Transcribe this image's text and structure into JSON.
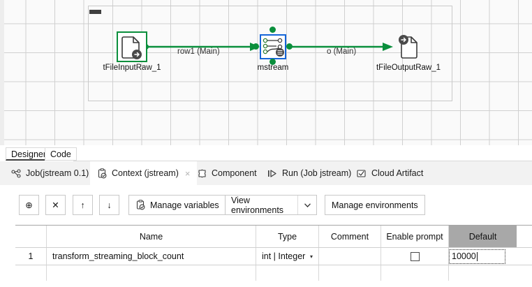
{
  "canvas": {
    "subjob_collapse": "collapse-bar",
    "nodes": [
      {
        "id": "tFileInputRaw_1",
        "label": "tFileInputRaw_1",
        "icon": "file-input-icon"
      },
      {
        "id": "mstream",
        "label": "mstream",
        "icon": "map-stream-icon"
      },
      {
        "id": "tFileOutputRaw_1",
        "label": "tFileOutputRaw_1",
        "icon": "file-output-icon"
      }
    ],
    "links": [
      {
        "label": "row1 (Main)"
      },
      {
        "label": "o (Main)"
      }
    ],
    "colors": {
      "link": "#0a8f3c",
      "selected": "#1565d8",
      "grid": "#d0d0d0"
    }
  },
  "editor_tabs": {
    "items": [
      {
        "label": "Designer",
        "active": true
      },
      {
        "label": "Code",
        "active": false
      }
    ]
  },
  "view_tabs": {
    "items": [
      {
        "label": "Job(jstream 0.1)",
        "icon": "job-graph-icon",
        "active": false,
        "closable": false
      },
      {
        "label": "Context (jstream)",
        "icon": "context-clipboard-icon",
        "active": true,
        "closable": true,
        "close_glyph": "×"
      },
      {
        "label": "Component",
        "icon": "puzzle-piece-icon",
        "active": false,
        "closable": false
      },
      {
        "label": "Run (Job jstream)",
        "icon": "run-play-icon",
        "active": false,
        "closable": false
      },
      {
        "label": "Cloud Artifact",
        "icon": "cloud-artifact-icon",
        "active": false,
        "closable": false
      }
    ]
  },
  "toolbar": {
    "add_label": "⊕",
    "remove_label": "✕",
    "up_label": "↑",
    "down_label": "↓",
    "manage_variables_label": "Manage variables",
    "view_environments_value": "View environments",
    "view_environments_caret": "∨",
    "manage_environments_label": "Manage environments"
  },
  "table": {
    "columns": [
      "",
      "Name",
      "Type",
      "Comment",
      "Enable prompt",
      "Default"
    ],
    "selected_column": "Default",
    "rows": [
      {
        "num": "1",
        "name": "transform_streaming_block_count",
        "type": "int | Integer",
        "type_caret": "▾",
        "comment": "",
        "enable_prompt": false,
        "default": "10000",
        "default_editing": true
      }
    ]
  }
}
